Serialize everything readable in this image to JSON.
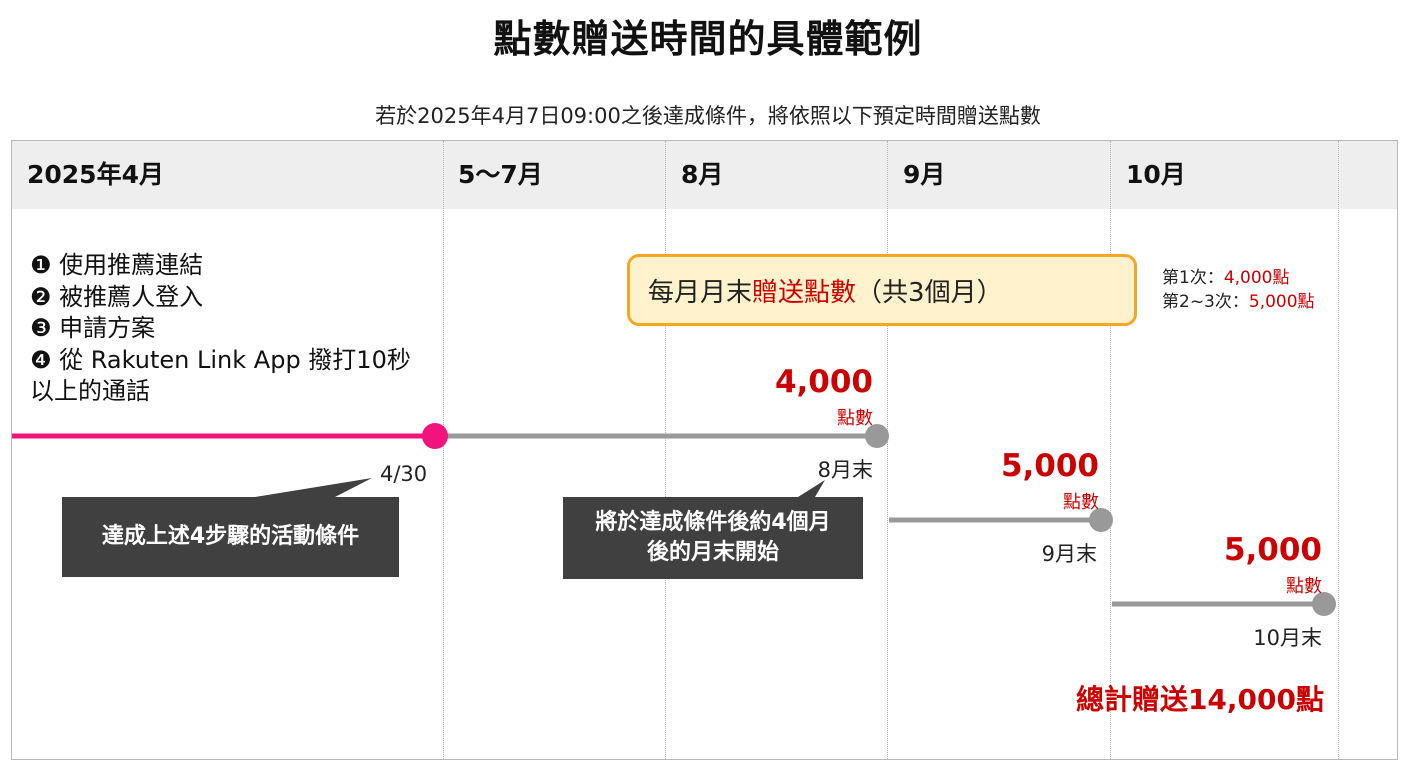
{
  "title": "點數贈送時間的具體範例",
  "subtitle": "若於2025年4月7日09:00之後達成條件，將依照以下預定時間贈送點數",
  "months": [
    "2025年4月",
    "5～7月",
    "8月",
    "9月",
    "10月"
  ],
  "steps": [
    "❶ 使用推薦連結",
    "❷ 被推薦人登入",
    "❸ 申請方案",
    "❹ 從 Rakuten Link App 撥打10秒",
    "以上的通話"
  ],
  "monthly_box": {
    "prefix": "每月月末",
    "highlight": "贈送點數",
    "suffix": "（共3個月）"
  },
  "count_note": {
    "first_label": "第1次：",
    "first_value": "4,000點",
    "rest_label": "第2~3次：",
    "rest_value": "5,000點"
  },
  "payouts": [
    {
      "points": "4,000",
      "unit": "點數",
      "date": "8月末"
    },
    {
      "points": "5,000",
      "unit": "點數",
      "date": "9月末"
    },
    {
      "points": "5,000",
      "unit": "點數",
      "date": "10月末"
    }
  ],
  "deadline_label": "4/30",
  "callouts": {
    "condition": "達成上述4步驟的活動條件",
    "start_line1": "將於達成條件後約4個月",
    "start_line2": "後的月末開始"
  },
  "total": "總計贈送14,000點",
  "colors": {
    "accent_pink": "#f0147c",
    "grey_line": "#999999",
    "red": "#cc0000",
    "box_fill": "#fff2cc",
    "box_border": "#f5a623",
    "callout_bg": "#404040"
  }
}
